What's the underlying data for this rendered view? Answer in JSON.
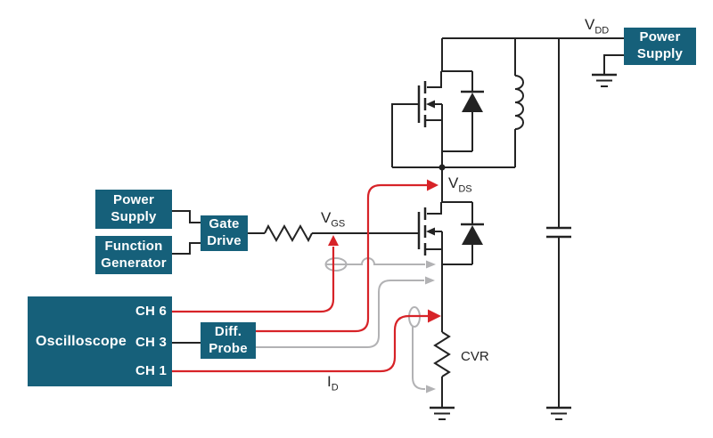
{
  "colors": {
    "box_teal": "#16607a",
    "wire_black": "#232323",
    "probe_red": "#d72328",
    "probe_gray": "#b2b2b4",
    "bg": "#ffffff",
    "text_dark": "#232323"
  },
  "blocks": {
    "power_supply_main": "Power\nSupply",
    "power_supply_gate": "Power\nSupply",
    "function_generator": "Function\nGenerator",
    "gate_drive": "Gate\nDrive",
    "oscilloscope": "Oscilloscope",
    "diff_probe": "Diff.\nProbe"
  },
  "oscilloscope_channels": [
    "CH 6",
    "CH 3",
    "CH 1"
  ],
  "labels": {
    "vdd": {
      "base": "V",
      "sub": "DD"
    },
    "vds": {
      "base": "V",
      "sub": "DS"
    },
    "vgs": {
      "base": "V",
      "sub": "GS"
    },
    "id": {
      "base": "I",
      "sub": "D"
    },
    "cvr": "CVR"
  }
}
